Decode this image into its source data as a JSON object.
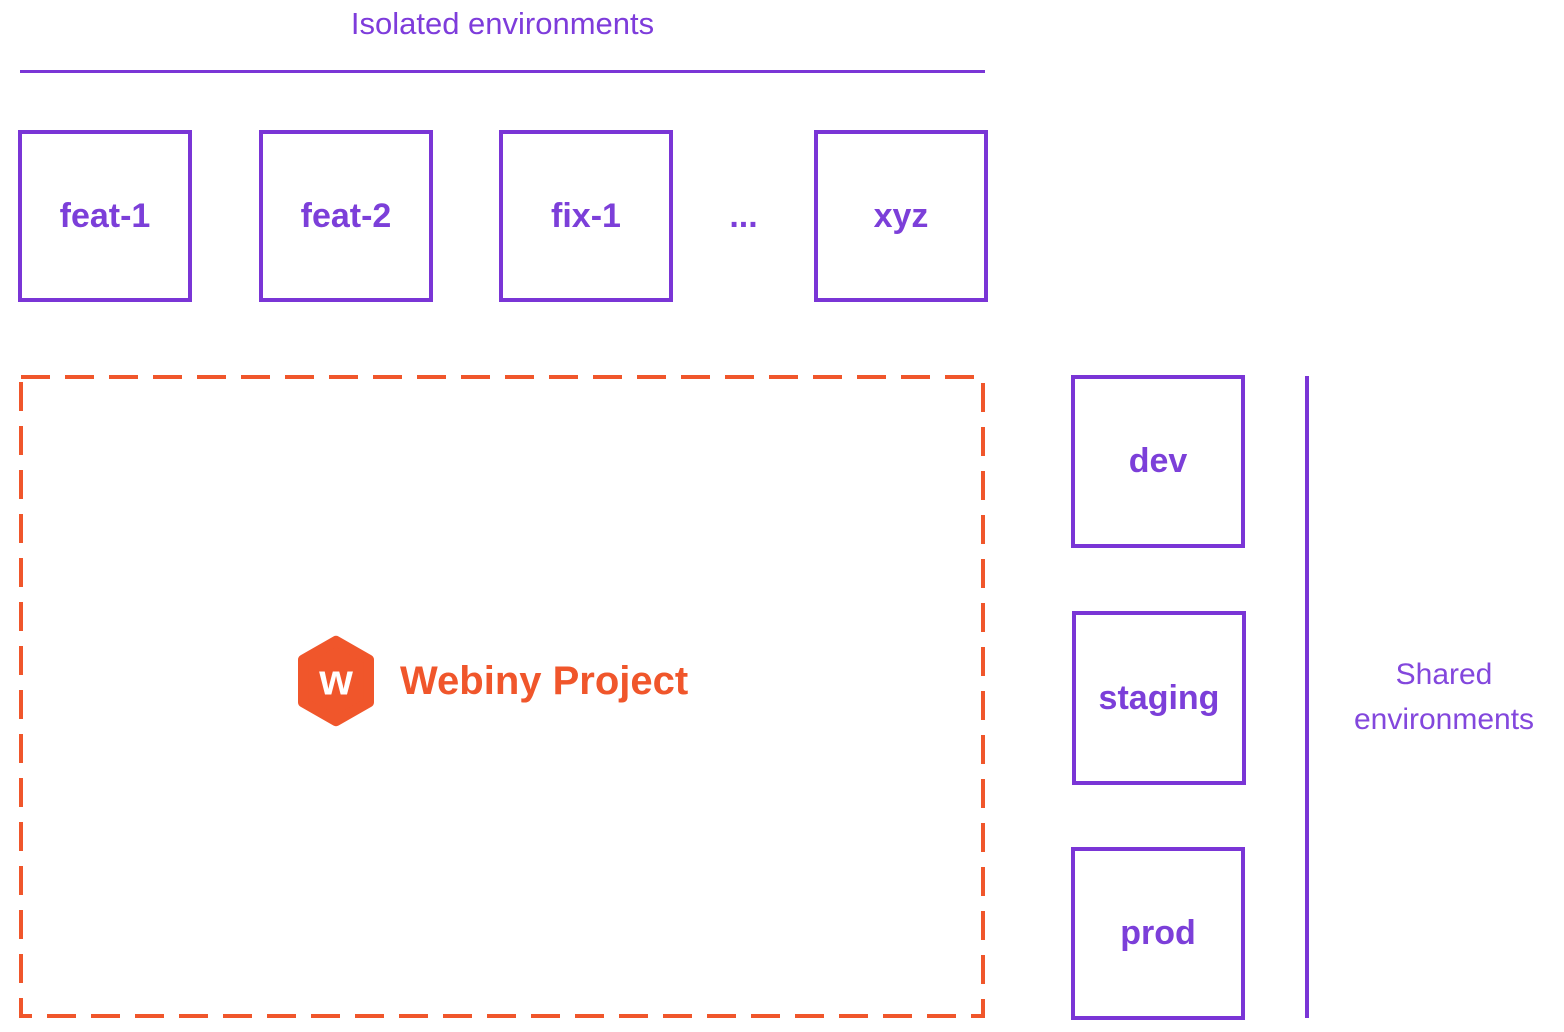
{
  "colors": {
    "purple": "#7a35d6",
    "purple_text": "#7c3fd9",
    "orange": "#f0562b",
    "background": "#ffffff"
  },
  "isolated_section": {
    "title": "Isolated environments",
    "boxes": [
      {
        "label": "feat-1"
      },
      {
        "label": "feat-2"
      },
      {
        "label": "fix-1"
      },
      {
        "label": "xyz"
      }
    ],
    "ellipsis": "..."
  },
  "project_box": {
    "label": "Webiny Project",
    "logo_letter": "w"
  },
  "shared_section": {
    "title": "Shared environments",
    "boxes": [
      {
        "label": "dev"
      },
      {
        "label": "staging"
      },
      {
        "label": "prod"
      }
    ]
  }
}
